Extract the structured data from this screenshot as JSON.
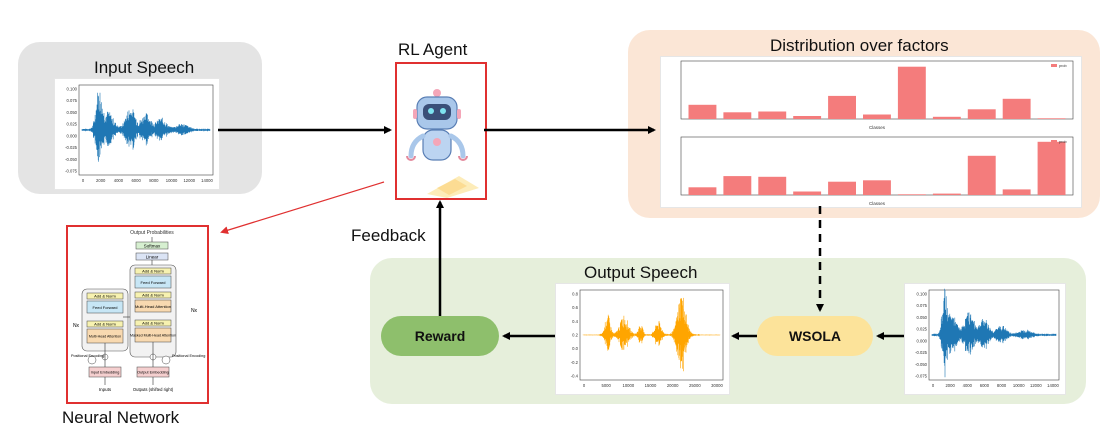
{
  "titles": {
    "input_speech": "Input Speech",
    "rl_agent": "RL Agent",
    "distribution": "Distribution over factors",
    "output_speech": "Output Speech",
    "neural_network": "Neural Network",
    "feedback": "Feedback"
  },
  "nodes": {
    "reward": "Reward",
    "wsola": "WSOLA"
  },
  "colors": {
    "input_panel": "#e4e4e4",
    "dist_panel": "#fbe6d6",
    "output_panel": "#e6efdb",
    "reward_fill": "#8ebf6c",
    "wsola_fill": "#fce39a",
    "agent_border": "#e03030",
    "bar": "#f47c7c",
    "wave_blue": "#1f77b4",
    "wave_orange": "#ffa500"
  },
  "icons": {
    "agent": "robot-icon"
  },
  "input_plot": {
    "yticks": [
      "0.100",
      "0.075",
      "0.050",
      "0.025",
      "0.000",
      "-0.025",
      "-0.050",
      "-0.075"
    ],
    "xticks": [
      "0",
      "2000",
      "4000",
      "6000",
      "8000",
      "10000",
      "12000",
      "14000"
    ]
  },
  "output_plot": {
    "yticks": [
      "0.8",
      "0.6",
      "0.4",
      "0.2",
      "0.0",
      "-0.2",
      "-0.4"
    ],
    "xticks": [
      "0",
      "5000",
      "10000",
      "15000",
      "20000",
      "25000",
      "30000"
    ]
  },
  "right_plot": {
    "yticks": [
      "0.100",
      "0.075",
      "0.050",
      "0.025",
      "0.000",
      "-0.025",
      "-0.050",
      "-0.075"
    ],
    "xticks": [
      "0",
      "2000",
      "4000",
      "6000",
      "8000",
      "10000",
      "12000",
      "14000"
    ]
  },
  "chart_data": [
    {
      "type": "bar",
      "xlabel": "Classes",
      "values": [
        0.19,
        0.09,
        0.1,
        0.04,
        0.31,
        0.06,
        0.7,
        0.03,
        0.13,
        0.27,
        0.01
      ],
      "ylim": [
        0,
        0.75
      ],
      "legend": "prob"
    },
    {
      "type": "bar",
      "xlabel": "Classes",
      "values": [
        0.11,
        0.27,
        0.26,
        0.05,
        0.19,
        0.21,
        0.01,
        0.02,
        0.56,
        0.08,
        0.76
      ],
      "ylim": [
        0,
        0.8
      ],
      "legend": "prob"
    }
  ],
  "transformer": {
    "output_probabilities": "Output Probabilities",
    "softmax": "Softmax",
    "linear": "Linear",
    "add_norm": "Add & Norm",
    "feed_forward": "Feed Forward",
    "multi_head_attention": "Multi-Head Attention",
    "masked_mha": "Masked Multi-Head Attention",
    "nx": "Nx",
    "positional_encoding": "Positional Encoding",
    "input_embedding": "Input Embedding",
    "output_embedding": "Output Embedding",
    "inputs": "Inputs",
    "outputs": "Outputs (shifted right)"
  }
}
